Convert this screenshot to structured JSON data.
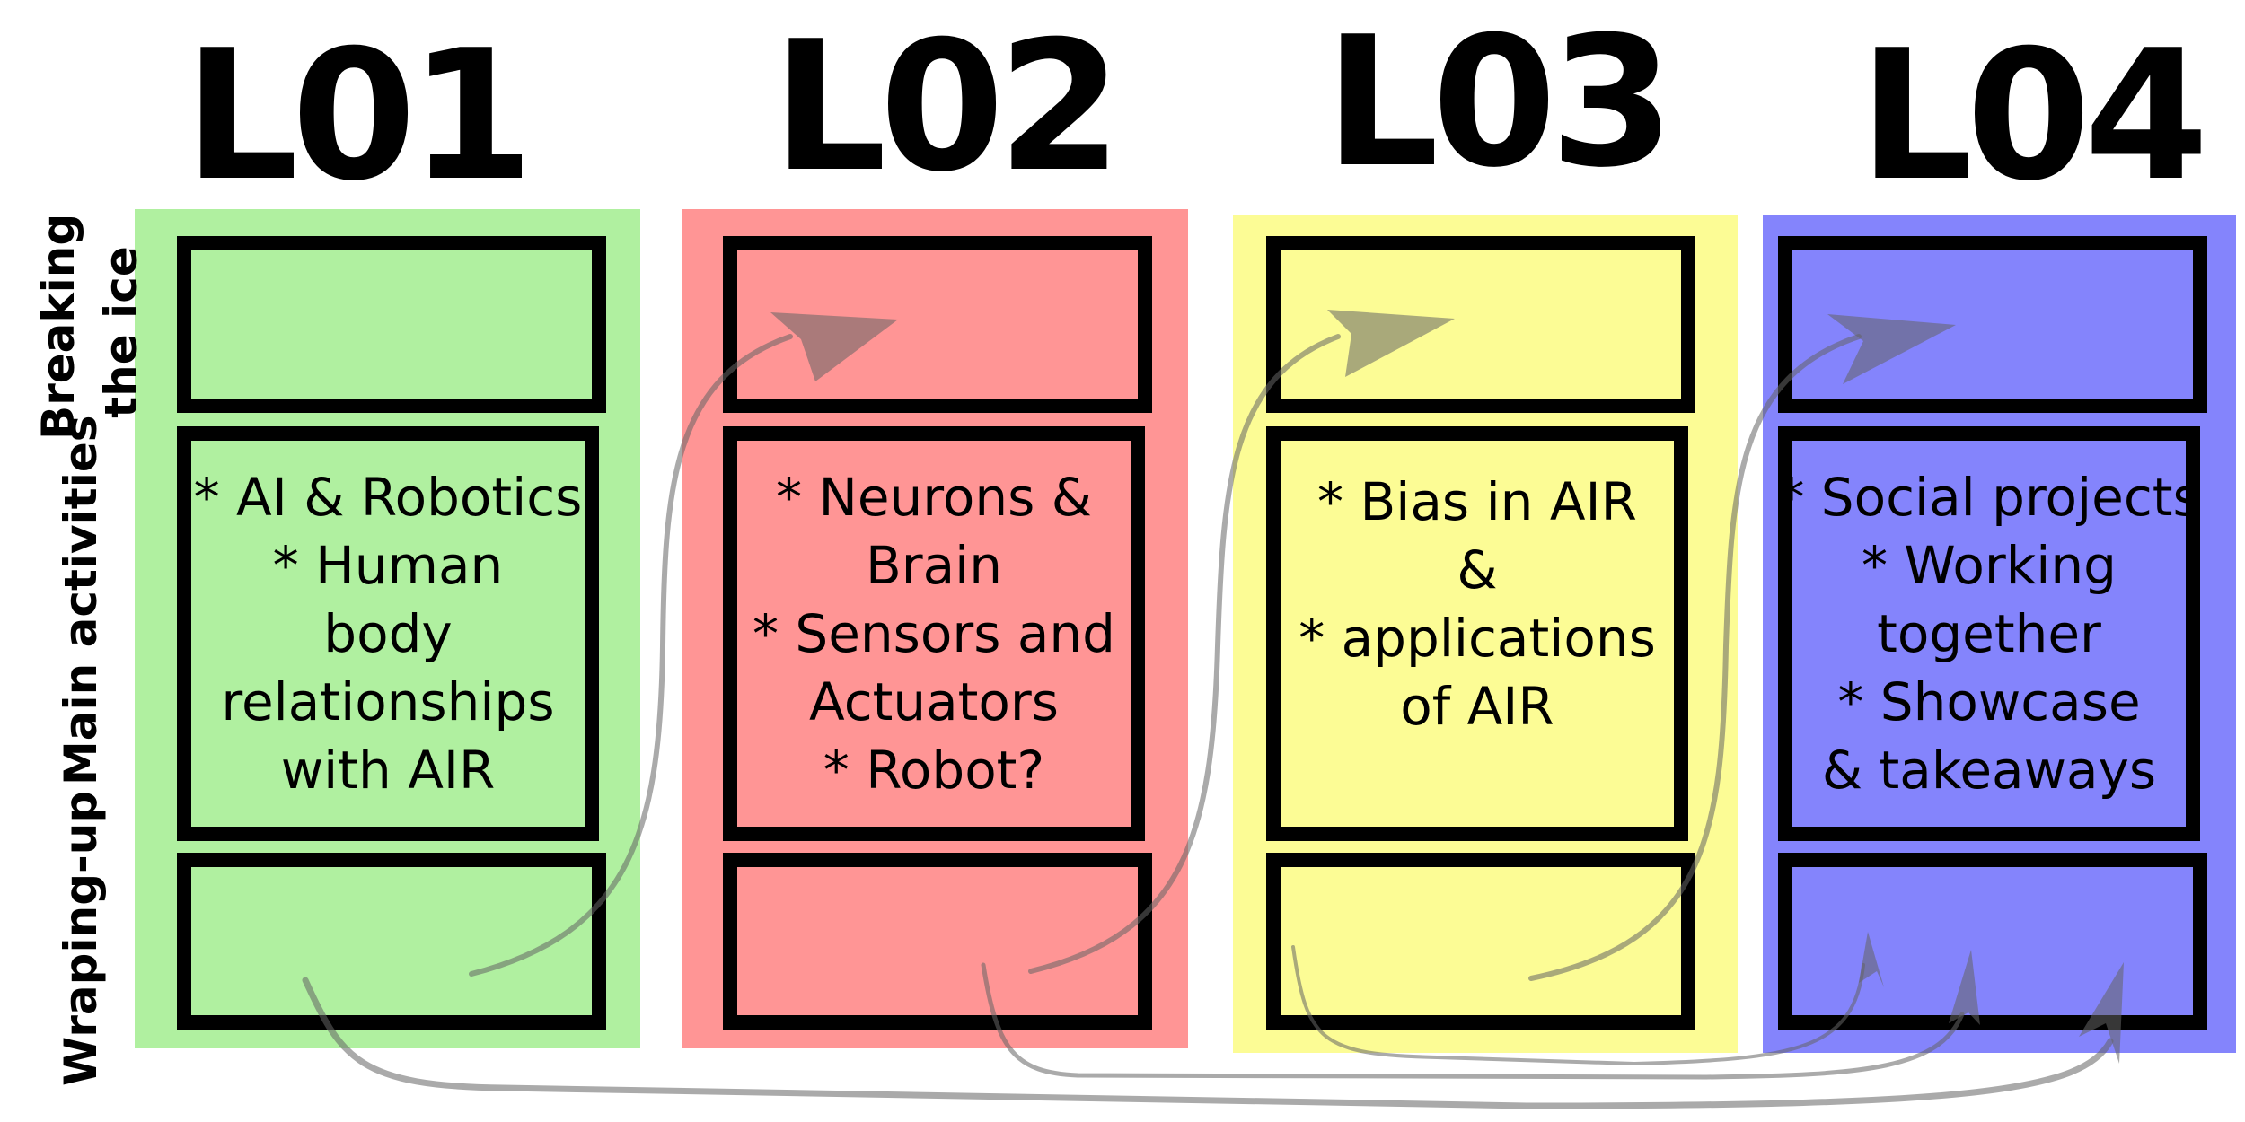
{
  "row_labels": {
    "breaking": "Breaking\nthe ice",
    "main": "Main activities",
    "wrapup": "Wraping-up"
  },
  "lessons": [
    {
      "title": "L01",
      "color": "#b0f0a0",
      "main_text": "* AI & Robotics\n* Human\nbody\nrelationships\nwith AIR"
    },
    {
      "title": "L02",
      "color": "#ff9595",
      "main_text": "* Neurons &\nBrain\n* Sensors and\nActuators\n* Robot?"
    },
    {
      "title": "L03",
      "color": "#fcfc95",
      "main_text": "* Bias in AIR\n&\n* applications\nof AIR"
    },
    {
      "title": "L04",
      "color": "#8484fc",
      "main_text": "* Social projects\n* Working\ntogether\n* Showcase\n& takeaways"
    }
  ]
}
